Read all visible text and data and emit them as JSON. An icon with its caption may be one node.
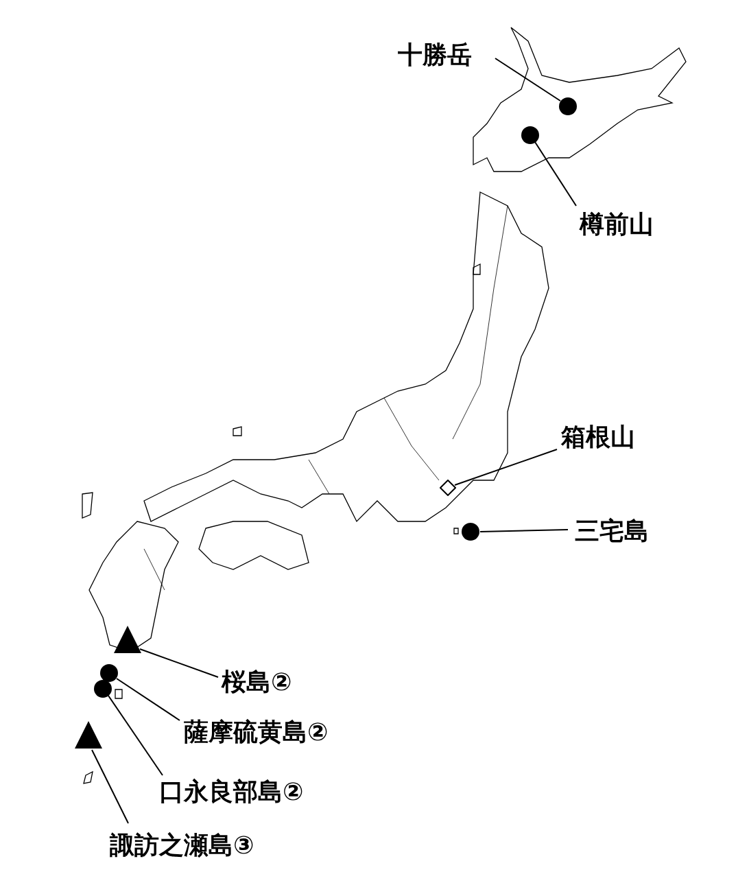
{
  "diagram": {
    "nodes": [
      {
        "text": [
          "十勝岳"
        ]
      },
      {
        "text": [],
        "shape": "circle"
      },
      {
        "text": [
          "樽前山"
        ]
      },
      {
        "text": [],
        "shape": "circle"
      },
      {
        "text": [
          "箱根山"
        ]
      },
      {
        "text": [],
        "shape": "diamond"
      },
      {
        "text": [
          "三宅島"
        ]
      },
      {
        "text": [],
        "shape": "circle"
      },
      {
        "text": [
          "桜島②"
        ]
      },
      {
        "text": [],
        "shape": "triangle"
      },
      {
        "text": [
          "薩摩硫黄島②"
        ]
      },
      {
        "text": [],
        "shape": "circle"
      },
      {
        "text": [
          "口永良部島②"
        ]
      },
      {
        "text": [],
        "shape": "circle"
      },
      {
        "text": [
          "諏訪之瀬島③"
        ]
      },
      {
        "text": [],
        "shape": "triangle"
      }
    ],
    "edges": [
      {
        "from": 0,
        "to": 1,
        "arrow": "none"
      },
      {
        "from": 2,
        "to": 3,
        "arrow": "none"
      },
      {
        "from": 4,
        "to": 5,
        "arrow": "none"
      },
      {
        "from": 6,
        "to": 7,
        "arrow": "none"
      },
      {
        "from": 8,
        "to": 9,
        "arrow": "none"
      },
      {
        "from": 10,
        "to": 11,
        "arrow": "none"
      },
      {
        "from": 12,
        "to": 13,
        "arrow": "none"
      },
      {
        "from": 14,
        "to": 15,
        "arrow": "none"
      }
    ]
  }
}
